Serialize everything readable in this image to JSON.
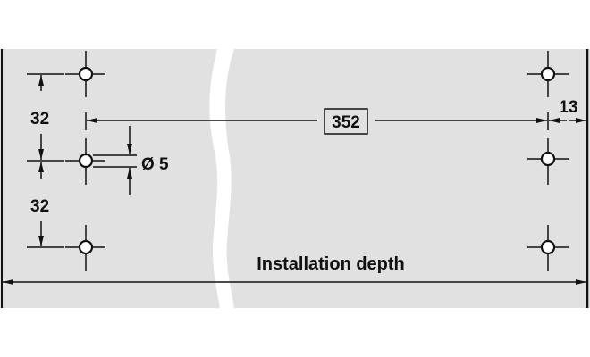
{
  "dimensions": {
    "spacing_top": "32",
    "spacing_bottom": "32",
    "hole_diameter": "Ø 5",
    "hole_distance": "352",
    "edge_offset": "13",
    "installation_depth": "Installation depth"
  },
  "colors": {
    "panel": "#e1e1e1",
    "line": "#111111",
    "background": "#ffffff"
  }
}
